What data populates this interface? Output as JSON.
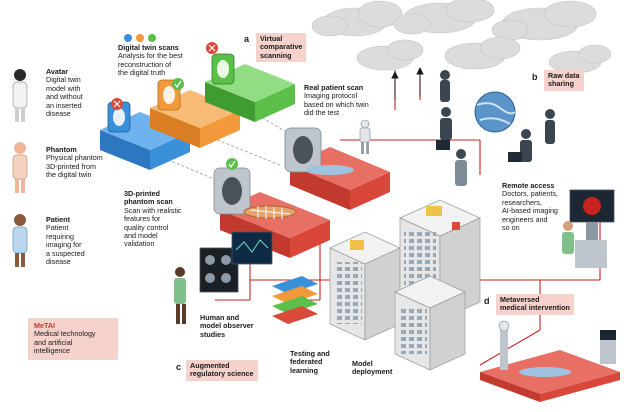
{
  "colors": {
    "red_line": "#c8231e",
    "badge_bg": "#f6d2cd",
    "twin_blue": "#3a8fd9",
    "twin_orange": "#f29a3b",
    "twin_green": "#5cbf4a",
    "scanner_red": "#d8473a",
    "building_grey": "#e6e6e6",
    "cloud_grey": "#d9d9d9"
  },
  "dots": [
    "#3a8fd9",
    "#f29a3b",
    "#5cbf4a"
  ],
  "avatar": {
    "title": "Avatar",
    "lines": [
      "Digital twin",
      "model with",
      "and without",
      "an inserted",
      "disease"
    ]
  },
  "phantom": {
    "title": "Phantom",
    "lines": [
      "Physical phantom",
      "3D-printed from",
      "the digital twin"
    ]
  },
  "patient": {
    "title": "Patient",
    "lines": [
      "Patient",
      "requiring",
      "imaging for",
      "a suspected",
      "disease"
    ]
  },
  "digital_twin": {
    "title": "Digital twin scans",
    "lines": [
      "Analysis for the best",
      "reconstruction of",
      "the digital truth"
    ]
  },
  "real_scan": {
    "title": "Real patient scan",
    "lines": [
      "Imaging protocol",
      "based on which twin",
      "did the test"
    ]
  },
  "printed_scan": {
    "title": "3D-printed",
    "title2": "phantom scan",
    "lines": [
      "Scan with realistic",
      "features for",
      "quality control",
      "and model",
      "validation"
    ]
  },
  "remote": {
    "title": "Remote access",
    "lines": [
      "Doctors, patients,",
      "researchers,",
      "AI-based imaging",
      "engineers and",
      "so on"
    ]
  },
  "human_model": {
    "lines": [
      "Human and",
      "model observer",
      "studies"
    ]
  },
  "testing": {
    "lines": [
      "Testing and",
      "federated",
      "learning"
    ]
  },
  "deployment": {
    "lines": [
      "Model",
      "deployment"
    ]
  },
  "metai": {
    "title": "MeTAI",
    "lines": [
      "Medical technology",
      "and artificial",
      "intelligence"
    ]
  },
  "badges": {
    "a": {
      "letter": "a",
      "lines": [
        "Virtual",
        "comparative",
        "scanning"
      ]
    },
    "b": {
      "letter": "b",
      "lines": [
        "Raw data",
        "sharing"
      ]
    },
    "c": {
      "letter": "c",
      "lines": [
        "Augmented",
        "regulatory science"
      ]
    },
    "d": {
      "letter": "d",
      "lines": [
        "Metaversed",
        "medical intervention"
      ]
    }
  }
}
